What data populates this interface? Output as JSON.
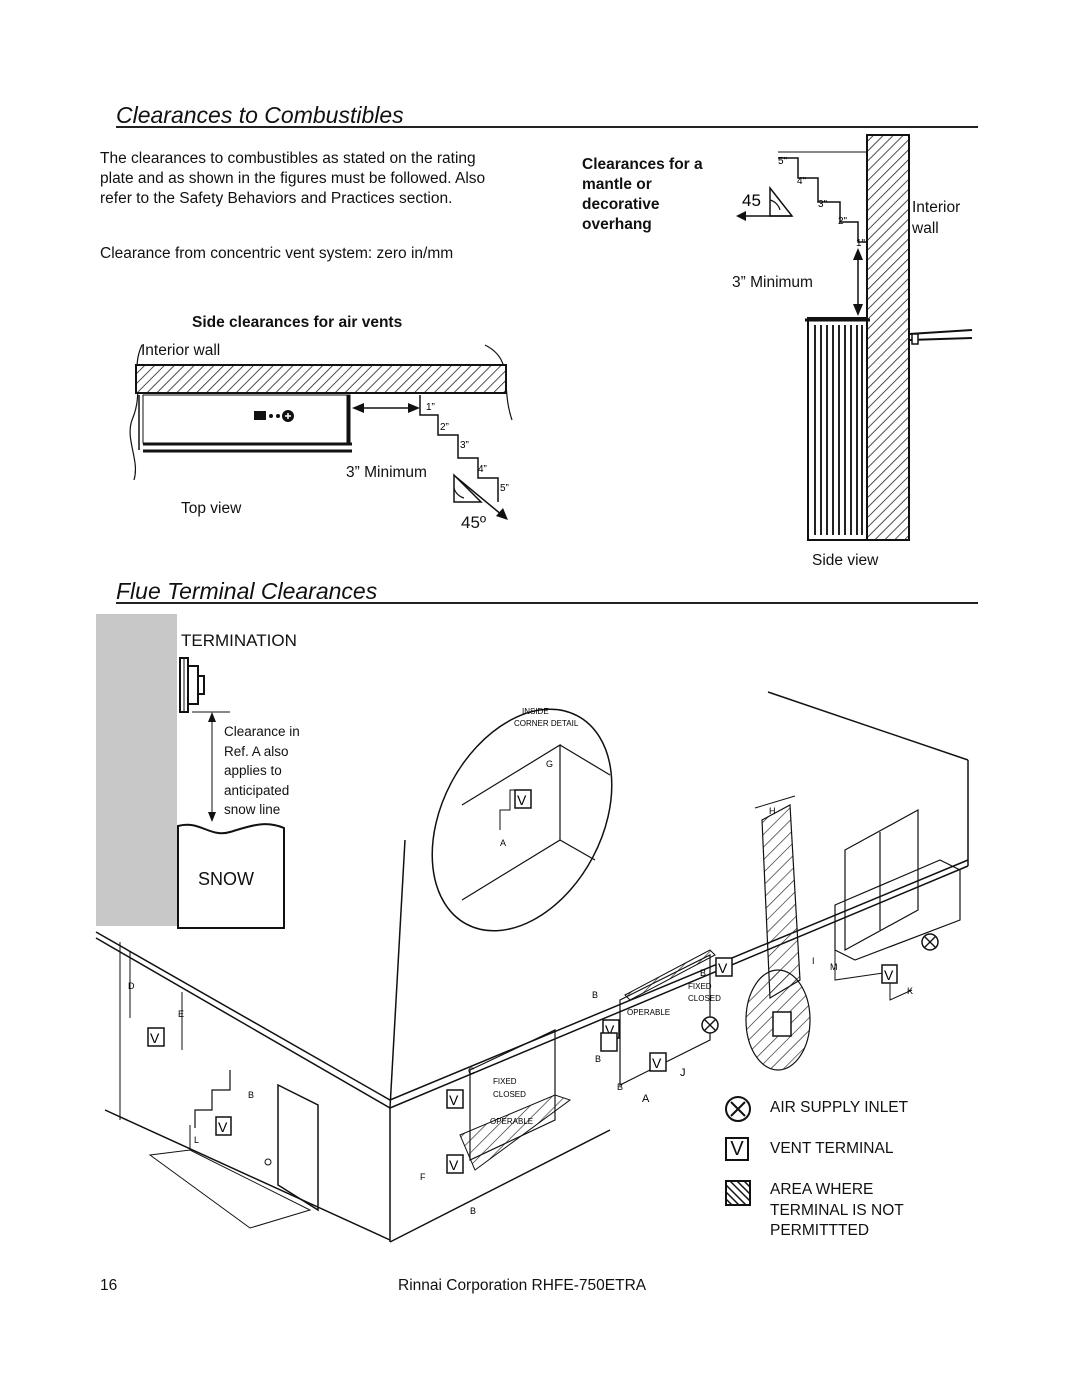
{
  "section1": {
    "title": "Clearances to Combustibles",
    "paragraph1": "The clearances to combustibles as stated on the rating plate and as shown in the figures must be followed.  Also refer to the Safety Behaviors and Practices section.",
    "paragraph2": "Clearance from concentric vent system: zero in/mm"
  },
  "mantle": {
    "heading_lines": [
      "Clearances for a",
      "mantle or",
      "decorative",
      "overhang"
    ],
    "angle": "45",
    "steps": [
      "5\"",
      "4\"",
      "3\"",
      "2\"",
      "1\""
    ],
    "interior_wall": [
      "Interior",
      "wall"
    ],
    "minimum": "3” Minimum",
    "caption": "Side view"
  },
  "side_clearances": {
    "heading": "Side clearances for air vents",
    "interior_wall": "Interior wall",
    "steps": [
      "1”",
      "2”",
      "3”",
      "4”",
      "5”"
    ],
    "minimum": "3” Minimum",
    "angle": "45º",
    "caption": "Top view"
  },
  "section2": {
    "title": "Flue Terminal Clearances"
  },
  "termination": {
    "label": "TERMINATION",
    "note_lines": [
      "Clearance in",
      "Ref. A also",
      "applies to",
      "anticipated",
      "snow line"
    ],
    "snow": "SNOW"
  },
  "house": {
    "inset_lines": [
      "INSIDE",
      "CORNER DETAIL"
    ],
    "letters": {
      "G": "G",
      "A": "A",
      "H": "H",
      "I": "I",
      "M": "M",
      "K": "K",
      "J": "J",
      "B": "B",
      "C": "C",
      "D": "D",
      "E": "E",
      "F": "F",
      "L": "L"
    },
    "fixed": "FIXED",
    "closed": "CLOSED",
    "operable": "OPERABLE",
    "vent_symbol": "V"
  },
  "legend": [
    {
      "symbol": "X",
      "label": "AIR SUPPLY INLET"
    },
    {
      "symbol": "V",
      "label": "VENT TERMINAL"
    },
    {
      "symbol": "hatch",
      "label_lines": [
        "AREA WHERE",
        "TERMINAL IS NOT",
        "PERMITTTED"
      ]
    }
  ],
  "footer": {
    "page_number": "16",
    "company": "Rinnai Corporation RHFE-750ETRA"
  }
}
